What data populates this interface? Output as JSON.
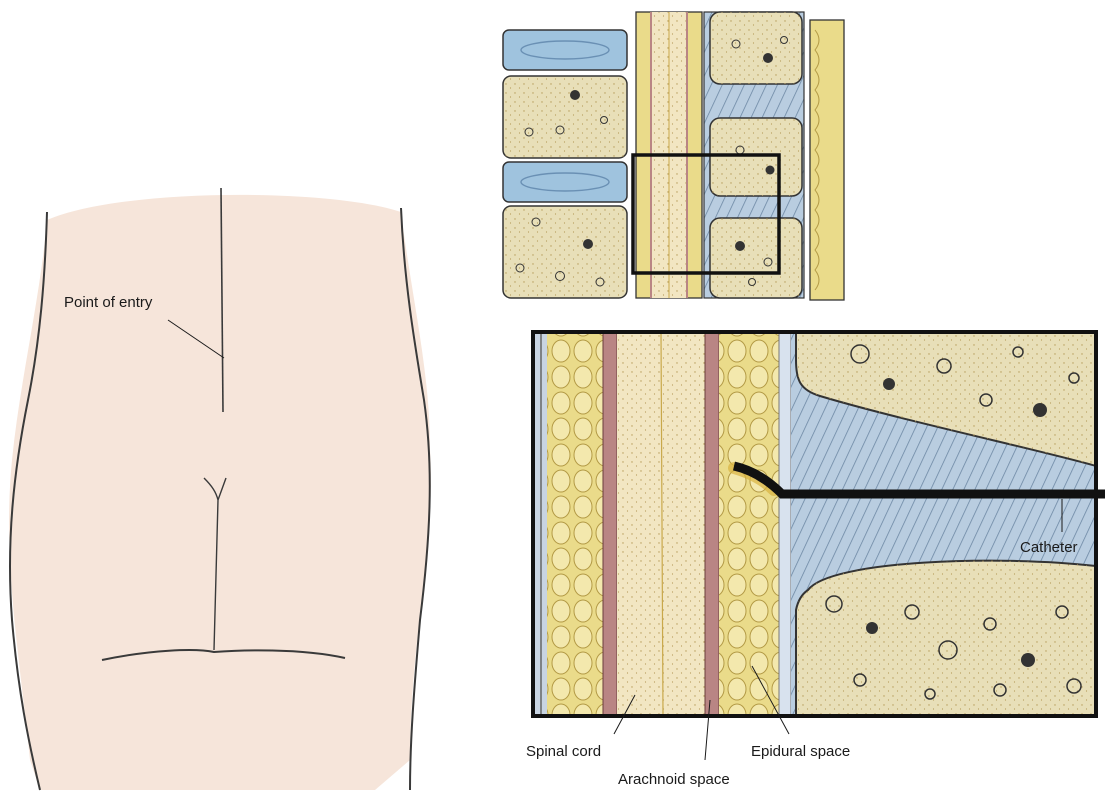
{
  "labels": {
    "point_of_entry": "Point of entry",
    "catheter": "Catheter",
    "spinal_cord": "Spinal cord",
    "arachnoid_space": "Arachnoid space",
    "epidural_space": "Epidural space"
  },
  "colors": {
    "skin": "#f6e5da",
    "outline": "#3a3a3a",
    "bone": "#e8dfb8",
    "disc": "#9fc3de",
    "fat": "#eadb8a",
    "ligament": "#b9cde0",
    "dura": "#b98584",
    "cord": "#f2e6c2",
    "catheter": "#111111"
  }
}
